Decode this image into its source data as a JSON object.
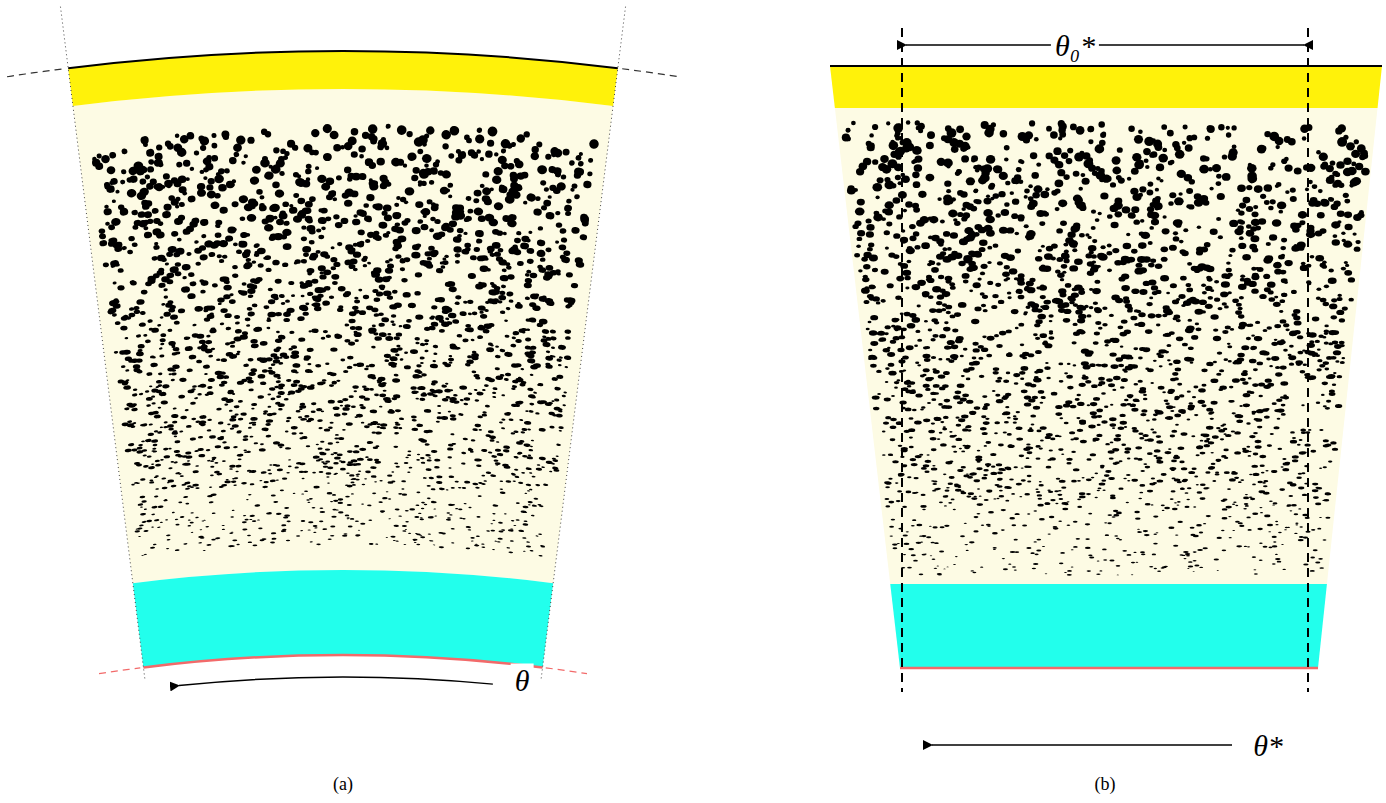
{
  "diagram": {
    "labels": [
      "θ",
      "θ₀*",
      "θ*",
      "(a)",
      "(b)"
    ]
  }
}
